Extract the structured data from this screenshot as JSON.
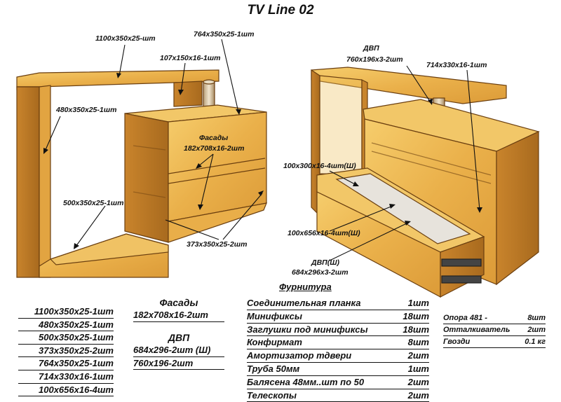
{
  "title": "TV Line 02",
  "labels": {
    "left_top": "1100x350x25-шт",
    "left_764": "764x350x25-1шт",
    "left_107": "107x150x16-1шт",
    "left_480": "480x350x25-1шт",
    "left_facades_head": "Фасады",
    "left_facades_size": "182x708x16-2шт",
    "left_500": "500x350x25-1шт",
    "left_373": "373x350x25-2шт",
    "right_dvp_head": "ДВП",
    "right_dvp_size": "760x196x3-2шт",
    "right_714": "714x330x16-1шт",
    "right_100x300": "100x300x16-4шт(Ш)",
    "right_100x656": "100x656x16-4шт(Ш)",
    "right_dvp_sh": "ДВП(Ш)",
    "right_684": "684x296x3-2шт"
  },
  "parts_list": [
    "1100x350x25-1шт",
    "480x350x25-1шт",
    "500x350x25-1шт",
    "373x350x25-2шт",
    "764x350x25-1шт",
    "714x330x16-1шт",
    "100x656x16-4шт"
  ],
  "facades": {
    "title": "Фасады",
    "items": [
      "182x708x16-2шт"
    ]
  },
  "dvp": {
    "title": "ДВП",
    "items": [
      "684x296-2шт (Ш)",
      "760x196-2шт"
    ]
  },
  "fittings": {
    "title": "Фурнитура",
    "items": [
      {
        "name": "Соединительная планка",
        "qty": "1шт"
      },
      {
        "name": "Минификсы",
        "qty": "18шт"
      },
      {
        "name": "Заглушки под минификсы",
        "qty": "18шт"
      },
      {
        "name": "Конфирмат",
        "qty": "8шт"
      },
      {
        "name": "Амортизатор тдвери",
        "qty": "2шт"
      },
      {
        "name": "Труба 50мм",
        "qty": "1шт"
      },
      {
        "name": "Балясена 48мм..шт по 50",
        "qty": "2шт"
      },
      {
        "name": "Телескопы",
        "qty": "2шт"
      }
    ]
  },
  "extras": [
    {
      "name": "Опора 481 -",
      "qty": "8шт"
    },
    {
      "name": "Отталкиватель",
      "qty": "2шт"
    },
    {
      "name": "Гвозди",
      "qty": "0.1 кг"
    }
  ],
  "colors": {
    "wood_light": "#f3c25a",
    "wood_mid": "#e3a33c",
    "wood_dark": "#b87524",
    "edge": "#6b3f10",
    "pipe": "#d9c7a6"
  }
}
